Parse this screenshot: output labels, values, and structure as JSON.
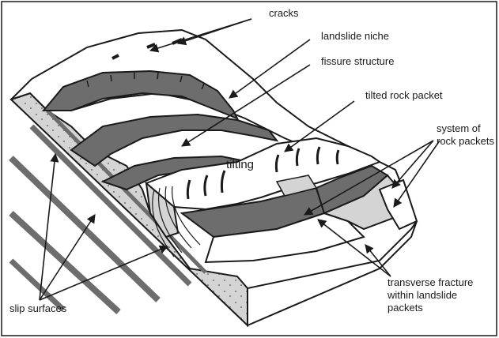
{
  "labels": {
    "cracks": "cracks",
    "landslide_niche": "landslide niche",
    "fissure_structure": "fissure structure",
    "tilted_rock_packet": "tilted rock packet",
    "system_of_rock_packets": [
      "system of",
      "rock packets"
    ],
    "tilting": "tilting",
    "transverse_fracture": [
      "transverse fracture",
      "within landslide",
      "packets"
    ],
    "slip_surfaces": "slip surfaces"
  },
  "colors": {
    "dark_band": "#6d6d6d",
    "light_fill": "#d4d4d4",
    "outline": "#1a1a1a",
    "background": "#ffffff"
  }
}
